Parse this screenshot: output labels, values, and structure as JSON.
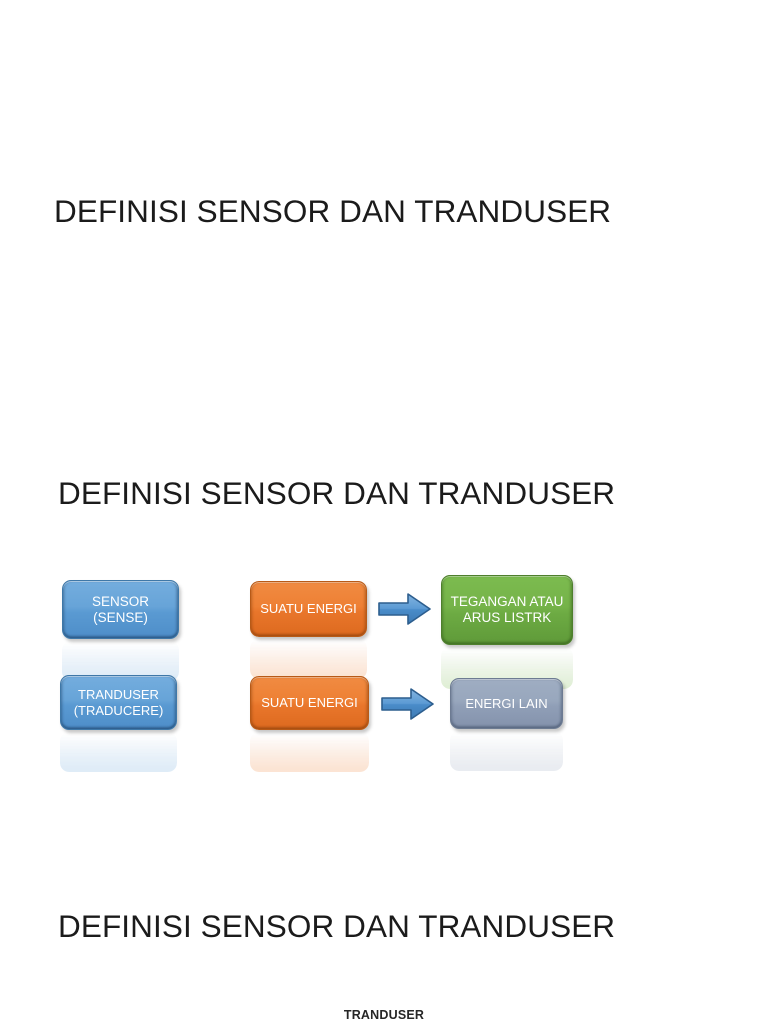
{
  "slide": {
    "background_color": "#ffffff",
    "headings": [
      {
        "text": "DEFINISI SENSOR DAN TRANDUSER"
      },
      {
        "text": "DEFINISI SENSOR DAN TRANDUSER"
      },
      {
        "text": "DEFINISI SENSOR DAN TRANDUSER"
      }
    ],
    "footer_text": "TRANDUSER"
  },
  "diagram": {
    "colors": {
      "blue": "#5B9BD5",
      "orange": "#ED7D31",
      "green": "#70AD47",
      "gray": "#93A2B8",
      "arrow": "#5B9BD5",
      "arrow_outline": "#2E5F8A"
    },
    "rows": [
      {
        "term": {
          "line1": "SENSOR",
          "line2": "(SENSE)",
          "color": "blue"
        },
        "input": {
          "line1": "SUATU ENERGI",
          "line2": "",
          "color": "orange"
        },
        "arrow": {
          "name": "right-arrow-icon"
        },
        "output": {
          "line1": "TEGANGAN ATAU",
          "line2": "ARUS LISTRK",
          "color": "green"
        }
      },
      {
        "term": {
          "line1": "TRANDUSER",
          "line2": "(TRADUCERE)",
          "color": "blue"
        },
        "input": {
          "line1": "SUATU ENERGI",
          "line2": "",
          "color": "orange"
        },
        "arrow": {
          "name": "right-arrow-icon"
        },
        "output": {
          "line1": "ENERGI LAIN",
          "line2": "",
          "color": "gray"
        }
      }
    ]
  }
}
